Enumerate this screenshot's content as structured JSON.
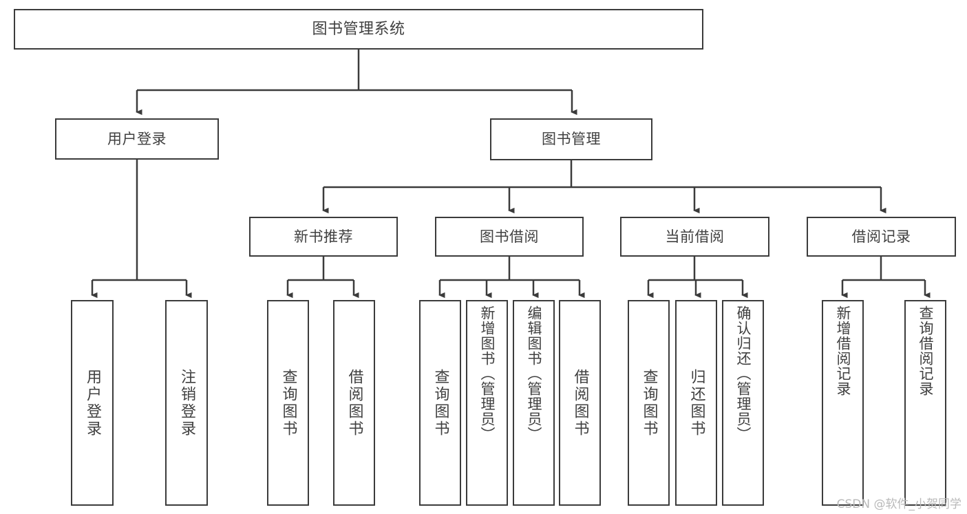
{
  "diagram": {
    "title": "图书管理系统",
    "type": "tree-hierarchy-chart",
    "watermark": "CSDN @软件_小贺同学",
    "colors": {
      "box_border": "#3b3b3b",
      "box_fill": "#ffffff",
      "text": "#404040",
      "edge": "#3b3b3b",
      "watermark": "#b9b9b9",
      "background": "#ffffff"
    },
    "nodes": {
      "root": {
        "label": "图书管理系统"
      },
      "level1": [
        {
          "id": "user-login",
          "label": "用户登录"
        },
        {
          "id": "book-manage",
          "label": "图书管理"
        }
      ],
      "level2": [
        {
          "id": "new-book-recommend",
          "label": "新书推荐"
        },
        {
          "id": "book-borrow",
          "label": "图书借阅"
        },
        {
          "id": "current-borrow",
          "label": "当前借阅"
        },
        {
          "id": "borrow-record",
          "label": "借阅记录"
        }
      ],
      "leaves": {
        "user_login": [
          {
            "id": "leaf-user-login",
            "label": "用户登录"
          },
          {
            "id": "leaf-logout-login",
            "label": "注销登录"
          }
        ],
        "new_book_recommend": [
          {
            "id": "leaf-query-book-1",
            "label": "查询图书"
          },
          {
            "id": "leaf-borrow-book-1",
            "label": "借阅图书"
          }
        ],
        "book_borrow": [
          {
            "id": "leaf-query-book-2",
            "label": "查询图书"
          },
          {
            "id": "leaf-add-book",
            "label": "新增图书（管理员）"
          },
          {
            "id": "leaf-edit-book",
            "label": "编辑图书（管理员）"
          },
          {
            "id": "leaf-borrow-book-2",
            "label": "借阅图书"
          }
        ],
        "current_borrow": [
          {
            "id": "leaf-query-book-3",
            "label": "查询图书"
          },
          {
            "id": "leaf-return-book",
            "label": "归还图书"
          },
          {
            "id": "leaf-confirm-return",
            "label": "确认归还（管理员）"
          }
        ],
        "borrow_record": [
          {
            "id": "leaf-add-record",
            "label": "新增借阅记录"
          },
          {
            "id": "leaf-query-record",
            "label": "查询借阅记录"
          }
        ]
      }
    }
  }
}
